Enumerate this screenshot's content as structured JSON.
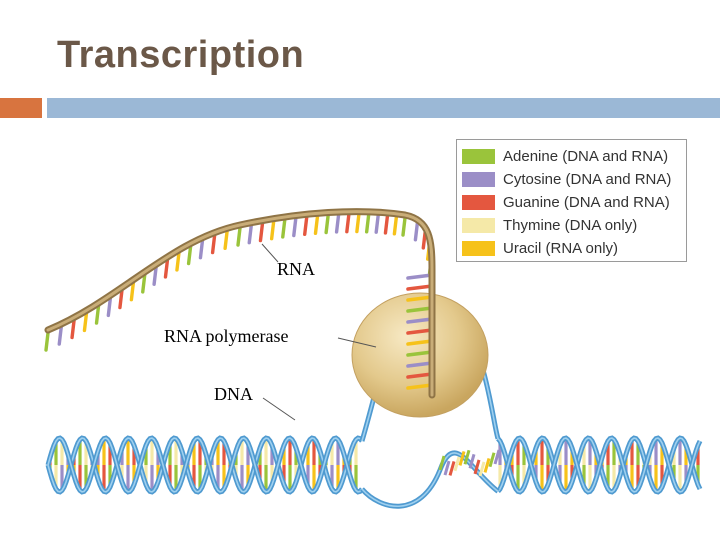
{
  "slide": {
    "title": "Transcription",
    "accent_colors": {
      "orange": "#d8743f",
      "blue": "#9bb8d6"
    }
  },
  "labels": {
    "rna": "RNA",
    "polymerase": "RNA polymerase",
    "dna": "DNA"
  },
  "legend": {
    "items": [
      {
        "label": "Adenine (DNA and RNA)",
        "color": "#9ac43b"
      },
      {
        "label": "Cytosine (DNA and RNA)",
        "color": "#9b8ec7"
      },
      {
        "label": "Guanine (DNA and RNA)",
        "color": "#e4573f"
      },
      {
        "label": "Thymine (DNA only)",
        "color": "#f5e9a8"
      },
      {
        "label": "Uracil (RNA only)",
        "color": "#f6c21a"
      }
    ]
  },
  "colors": {
    "rna_backbone": "#b79a64",
    "dna_backbone": "#5fa8d9",
    "polymerase": "#e3c98c"
  }
}
